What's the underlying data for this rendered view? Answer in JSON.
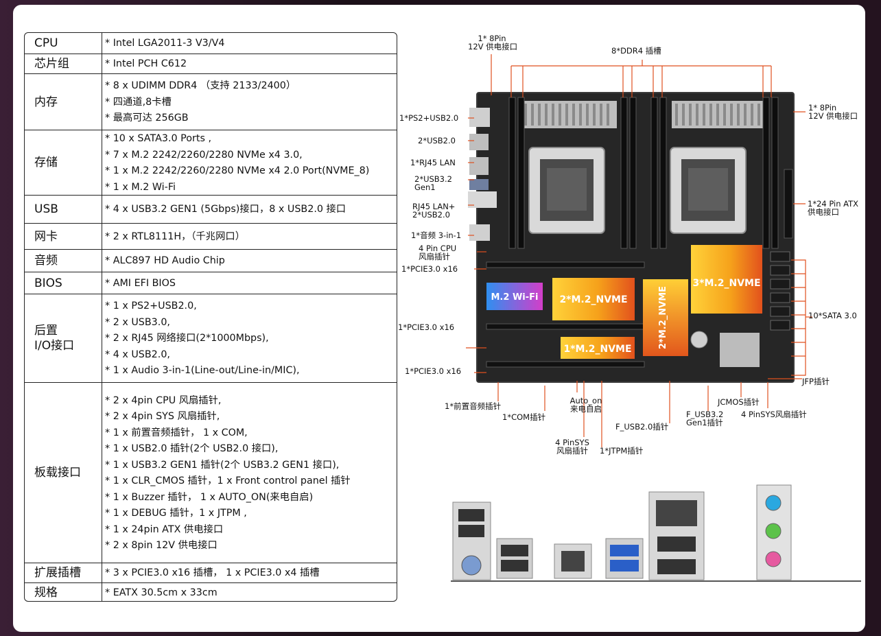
{
  "specs": [
    {
      "label": "CPU",
      "values": [
        "* Intel LGA2011-3 V3/V4"
      ]
    },
    {
      "label": "芯片组",
      "values": [
        "* Intel PCH C612"
      ]
    },
    {
      "label": "内存",
      "values": [
        "* 8 x UDIMM DDR4 （支持 2133/2400）",
        "* 四通道,8卡槽",
        "* 最高可达 256GB"
      ]
    },
    {
      "label": "存储",
      "values": [
        "* 10 x SATA3.0 Ports ,",
        "* 7 x M.2 2242/2260/2280 NVMe x4 3.0,",
        "* 1 x M.2 2242/2260/2280 NVMe x4 2.0 Port(NVME_8)",
        "* 1 x M.2 Wi-Fi"
      ]
    },
    {
      "label": "USB",
      "values": [
        "* 4 x USB3.2 GEN1 (5Gbps)接口，8 x USB2.0 接口"
      ]
    },
    {
      "label": "网卡",
      "values": [
        "* 2 x RTL8111H，（千兆网口）"
      ]
    },
    {
      "label": "音频",
      "values": [
        "*  ALC897 HD Audio Chip"
      ]
    },
    {
      "label": "BIOS",
      "values": [
        "*  AMI EFI BIOS"
      ]
    },
    {
      "label": "后置\nI/O接口",
      "values": [
        "* 1 x PS2+USB2.0,",
        "* 2 x USB3.0,",
        "* 2 x RJ45 网络接口(2*1000Mbps),",
        "* 4 x USB2.0,",
        "* 1 x Audio 3-in-1(Line-out/Line-in/MIC),"
      ]
    },
    {
      "label": "板载接口",
      "values": [
        "* 2 x 4pin CPU 风扇插针,",
        "* 2 x 4pin SYS 风扇插针,",
        "* 1 x 前置音频插针， 1 x COM,",
        "* 1 x USB2.0 插针(2个 USB2.0 接口),",
        "* 1 x USB3.2 GEN1 插针(2个 USB3.2 GEN1 接口),",
        "* 1 x CLR_CMOS 插针，1 x Front control panel 插针",
        "* 1 x Buzzer 插针， 1 x AUTO_ON(来电自启)",
        "* 1 x DEBUG 插针，1 x JTPM ,",
        "* 1 x 24pin ATX 供电接口",
        "* 2 x 8pin 12V  供电接口"
      ]
    },
    {
      "label": "扩展插槽",
      "values": [
        "* 3 x PCIE3.0 x16 插槽，   1 x PCIE3.0 x4 插槽"
      ]
    },
    {
      "label": "规格",
      "values": [
        "*  EATX 30.5cm x 33cm"
      ]
    }
  ],
  "board": {
    "labels": {
      "pin8_top_1": "1* 8Pin",
      "pin8_top_2": "12V 供电接口",
      "ddr4": "8*DDR4 插槽",
      "pin8_right_1": "1* 8Pin",
      "pin8_right_2": "12V 供电接口",
      "ps2": "1*PS2+USB2.0",
      "usb20": "2*USB2.0",
      "rj45": "1*RJ45 LAN",
      "usb32_1": "2*USB3.2",
      "usb32_2": "Gen1",
      "rj45usb_1": "RJ45 LAN+",
      "rj45usb_2": "2*USB2.0",
      "audio": "1*音频 3-in-1",
      "atx_1": "1*24 Pin ATX",
      "atx_2": "供电接口",
      "cpufan_1": "4 Pin CPU",
      "cpufan_2": "风扇插针",
      "pcie1": "1*PCIE3.0 x16",
      "pcie2": "1*PCIE3.0 x16",
      "pcie3": "1*PCIE3.0 x16",
      "sata": "10*SATA 3.0",
      "jfp": "JFP插针",
      "front_audio": "1*前置音频插针",
      "com": "1*COM插针",
      "auto_on_1": "Auto_on",
      "auto_on_2": "来电自启",
      "sysfan_1": "4 PinSYS",
      "sysfan_2": "风扇插针",
      "jtpm": "1*JTPM插针",
      "fusb20": "F_USB2.0插针",
      "fusb32_1": "F_USB3.2",
      "fusb32_2": "Gen1插针",
      "jcmos": "JCMOS插针",
      "sysfan_r": "4 PinSYS风扇插针",
      "wifi": "M.2 Wi-Fi",
      "nvme2": "2*M.2_NVME",
      "nvme2v": "2*M.2_NVME",
      "nvme3": "3*M.2_NVME",
      "nvme1": "1*M.2_NVME"
    }
  }
}
